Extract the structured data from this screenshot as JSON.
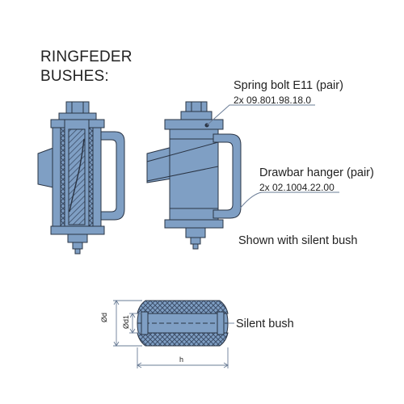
{
  "heading": {
    "line1": "RINGFEDER",
    "line2": "BUSHES:"
  },
  "callouts": {
    "spring_bolt": {
      "label": "Spring bolt E11 (pair)",
      "part": "2x 09.801.98.18.0"
    },
    "drawbar_hanger": {
      "label": "Drawbar hanger (pair)",
      "part": "2x 02.1004.22.00"
    },
    "note": "Shown with silent bush"
  },
  "silent_bush": {
    "label": "Silent bush",
    "dimensions": {
      "outer_diameter": "Ød",
      "inner_diameter": "Ød1",
      "length": "h"
    }
  },
  "colors": {
    "steel_blue": "#7f9fc4",
    "steel_blue_dark": "#5f7fa8",
    "rubber_hatch": "#3d4f6a",
    "outline": "#2a3444",
    "leader": "#6a7c96"
  }
}
